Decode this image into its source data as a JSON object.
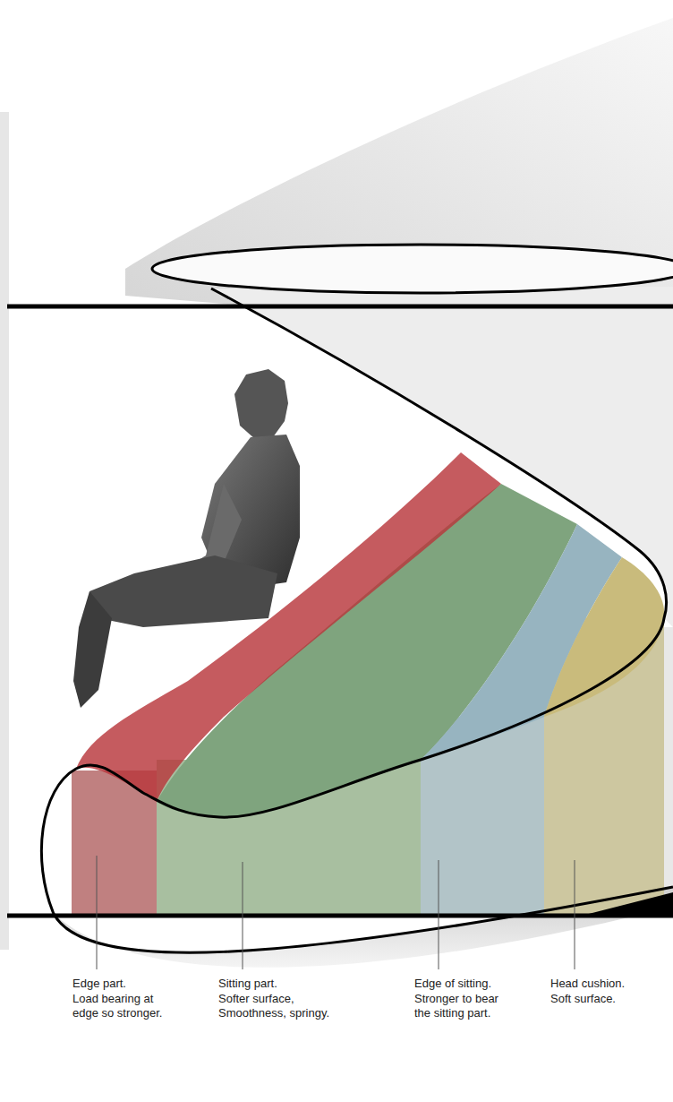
{
  "diagram": {
    "labels": [
      "Edge part.",
      "Load bearing at edge so stronger.",
      "Sitting part.",
      "Softer surface, Smoothness, springy.",
      "Edge of sitting.",
      "Stronger to bear the sitting part.",
      "Head cushion.",
      "Soft surface."
    ]
  }
}
